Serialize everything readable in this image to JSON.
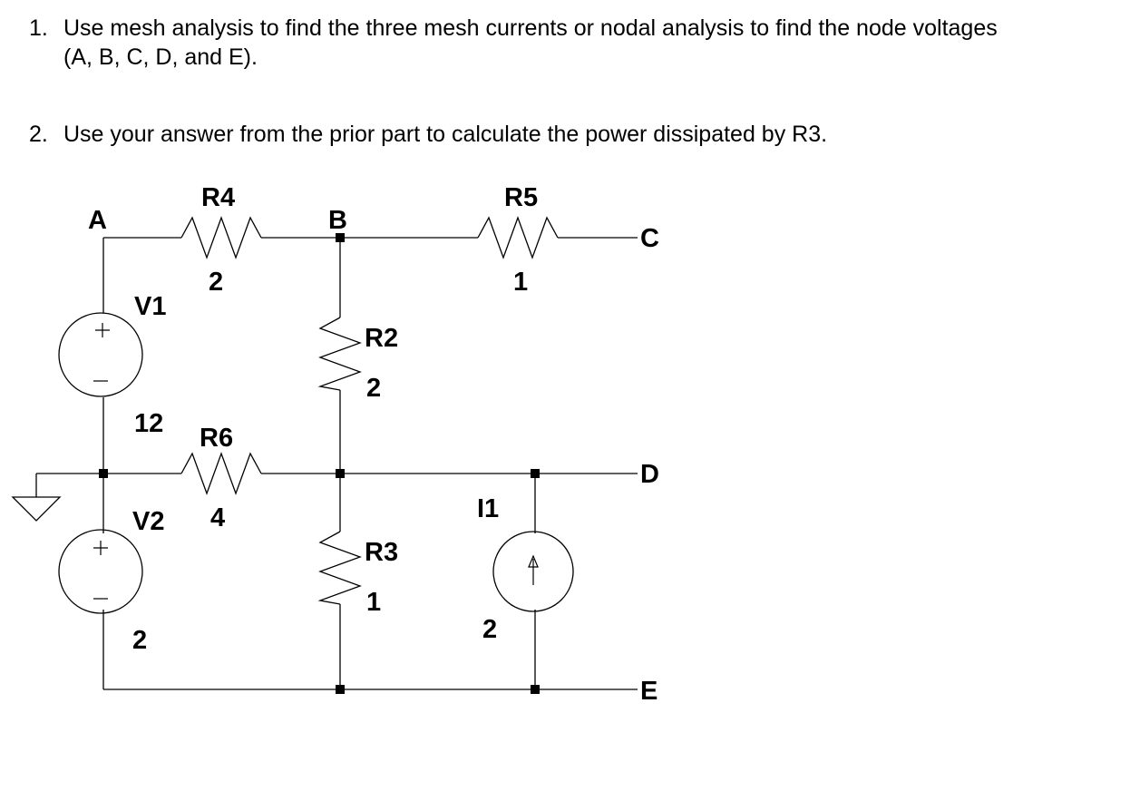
{
  "questions": [
    {
      "number": "1.",
      "line1": "Use mesh analysis to find the three mesh currents or nodal analysis to find the node voltages",
      "line2": "(A, B, C, D, and E)."
    },
    {
      "number": "2.",
      "line1": "Use your answer from the prior part to calculate the power dissipated by R3."
    }
  ],
  "nodes": {
    "A": "A",
    "B": "B",
    "C": "C",
    "D": "D",
    "E": "E"
  },
  "components": {
    "R4": {
      "name": "R4",
      "value": "2"
    },
    "R5": {
      "name": "R5",
      "value": "1"
    },
    "R2": {
      "name": "R2",
      "value": "2"
    },
    "R6": {
      "name": "R6",
      "value": "4"
    },
    "R3": {
      "name": "R3",
      "value": "1"
    },
    "V1": {
      "name": "V1",
      "value": "12"
    },
    "V2": {
      "name": "V2",
      "value": "2"
    },
    "I1": {
      "name": "I1",
      "value": "2"
    }
  }
}
